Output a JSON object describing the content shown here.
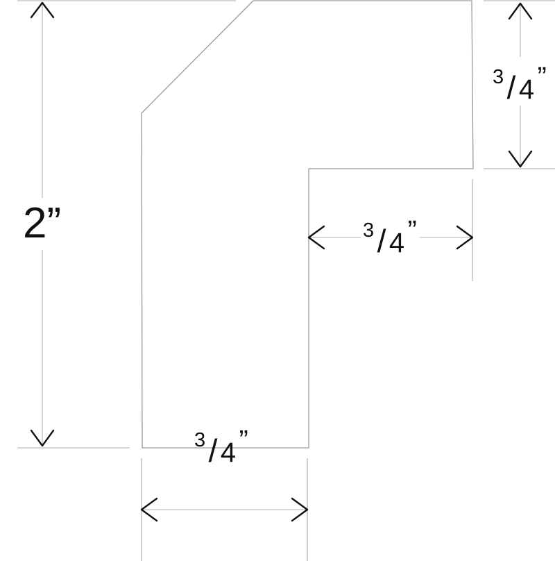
{
  "profile": {
    "height_label": "2”",
    "top_leg": {
      "numerator": "3",
      "denominator": "4",
      "inch": "”"
    },
    "middle_step": {
      "numerator": "3",
      "denominator": "4",
      "inch": "”"
    },
    "bottom_width": {
      "numerator": "3",
      "denominator": "4",
      "inch": "”"
    }
  },
  "colors": {
    "outline": "#9a9a9a",
    "dimension_line": "#b0b0b0",
    "arrowhead": "#111111",
    "text": "#111111"
  }
}
